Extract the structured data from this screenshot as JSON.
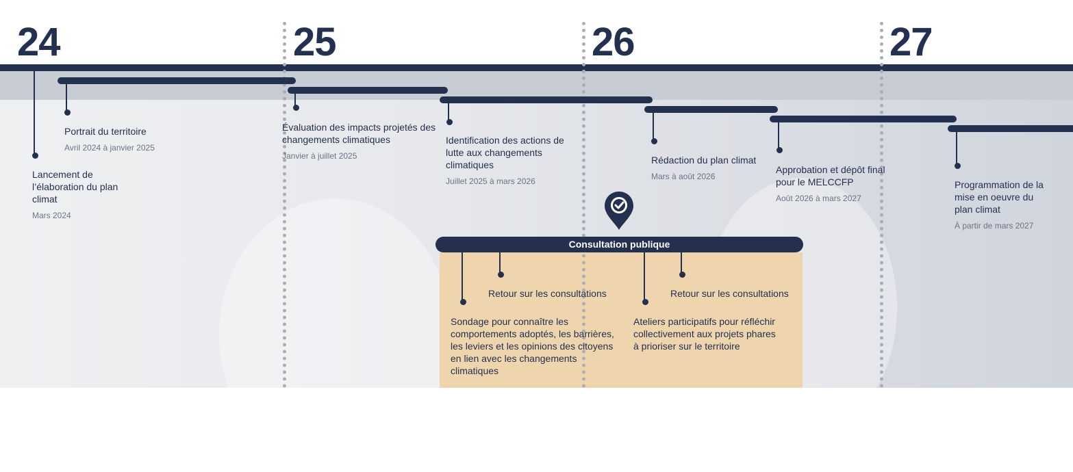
{
  "years": [
    "24",
    "25",
    "26",
    "27"
  ],
  "milestones": [
    {
      "title": "Lancement de l’élaboration du plan climat",
      "date": "Mars 2024"
    },
    {
      "title": "Portrait du territoire",
      "date": "Avril 2024 à janvier 2025"
    },
    {
      "title": "Évaluation des impacts projetés des changements climatiques",
      "date": "Janvier à juillet 2025"
    },
    {
      "title": "Identification des actions de lutte aux changements climatiques",
      "date": "Juillet 2025 à mars 2026"
    },
    {
      "title": "Rédaction du plan climat",
      "date": "Mars à août 2026"
    },
    {
      "title": "Approbation et dépôt final pour le MELCCFP",
      "date": "Août 2026 à mars 2027"
    },
    {
      "title": "Programmation de la mise en oeuvre du plan climat",
      "date": "À partir de mars 2027"
    }
  ],
  "consultation": {
    "title": "Consultation publique",
    "icon": "map-pin-check-icon",
    "items": [
      "Sondage pour connaître les comportements adoptés, les barrières, les leviers et les opinions des citoyens en lien avec les changements climatiques",
      "Retour sur les consultations",
      "Ateliers participatifs pour réfléchir collectivement aux projets phares à prioriser sur le territoire",
      "Retour sur les consultations"
    ]
  },
  "colors": {
    "navy": "#243050",
    "tan": "#eed5ad"
  }
}
